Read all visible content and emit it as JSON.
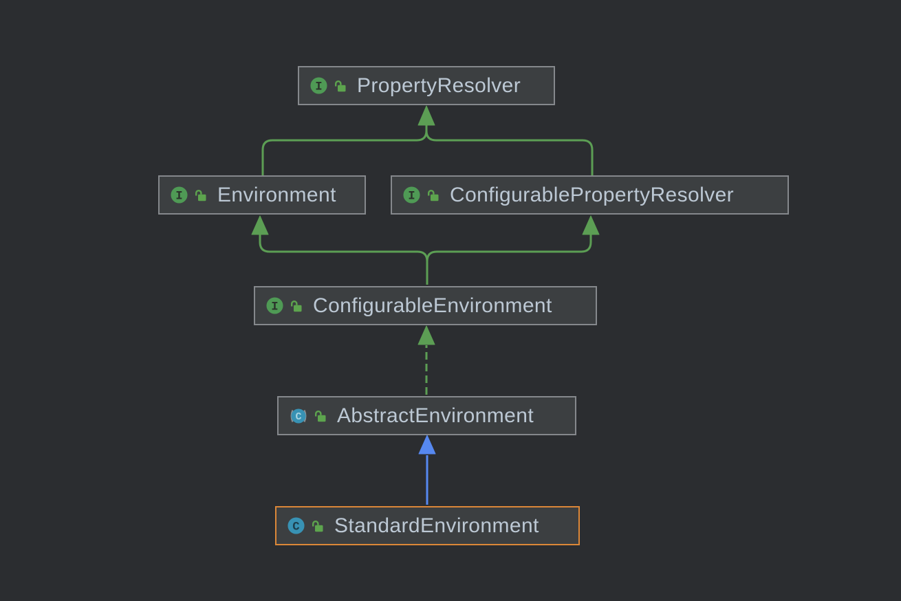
{
  "canvas": {
    "background": "#2b2d30"
  },
  "diagram": {
    "type": "uml-class-hierarchy",
    "nodes": [
      {
        "id": "PropertyResolver",
        "label": "PropertyResolver",
        "kind": "interface",
        "visibility": "public",
        "icon_letter": "I",
        "selected": false
      },
      {
        "id": "Environment",
        "label": "Environment",
        "kind": "interface",
        "visibility": "public",
        "icon_letter": "I",
        "selected": false
      },
      {
        "id": "ConfigurablePropertyResolver",
        "label": "ConfigurablePropertyResolver",
        "kind": "interface",
        "visibility": "public",
        "icon_letter": "I",
        "selected": false
      },
      {
        "id": "ConfigurableEnvironment",
        "label": "ConfigurableEnvironment",
        "kind": "interface",
        "visibility": "public",
        "icon_letter": "I",
        "selected": false
      },
      {
        "id": "AbstractEnvironment",
        "label": "AbstractEnvironment",
        "kind": "abstract-class",
        "visibility": "public",
        "icon_letter": "C",
        "selected": false
      },
      {
        "id": "StandardEnvironment",
        "label": "StandardEnvironment",
        "kind": "class",
        "visibility": "public",
        "icon_letter": "C",
        "selected": true
      }
    ],
    "edges": [
      {
        "from": "Environment",
        "to": "PropertyResolver",
        "type": "extends",
        "line": "solid",
        "color": "#5c9e54"
      },
      {
        "from": "ConfigurablePropertyResolver",
        "to": "PropertyResolver",
        "type": "extends",
        "line": "solid",
        "color": "#5c9e54"
      },
      {
        "from": "ConfigurableEnvironment",
        "to": "Environment",
        "type": "extends",
        "line": "solid",
        "color": "#5c9e54"
      },
      {
        "from": "ConfigurableEnvironment",
        "to": "ConfigurablePropertyResolver",
        "type": "extends",
        "line": "solid",
        "color": "#5c9e54"
      },
      {
        "from": "AbstractEnvironment",
        "to": "ConfigurableEnvironment",
        "type": "implements",
        "line": "dashed",
        "color": "#5c9e54"
      },
      {
        "from": "StandardEnvironment",
        "to": "AbstractEnvironment",
        "type": "extends",
        "line": "solid",
        "color": "#5688f0"
      }
    ],
    "colors": {
      "background": "#2b2d30",
      "node_fill": "#3c3f41",
      "node_border": "#85888c",
      "node_text": "#bcc8d4",
      "selection_border": "#dc8738",
      "interface_icon_green": "#4f9a55",
      "class_icon_teal": "#3892b4",
      "lock_icon_green": "#5da44e",
      "edge_green": "#5c9e54",
      "edge_blue": "#5688f0"
    }
  }
}
